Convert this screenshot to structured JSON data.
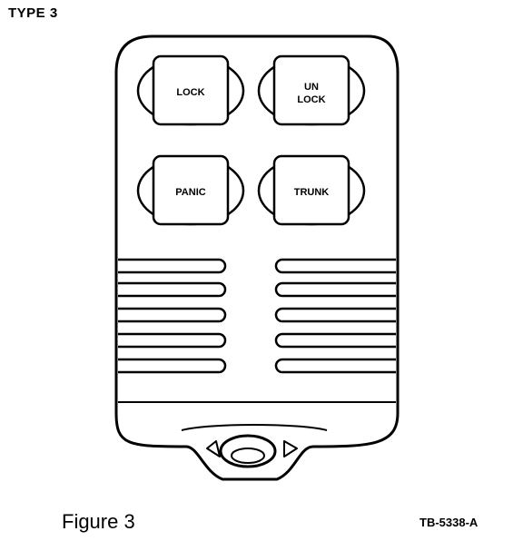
{
  "header": {
    "type_label": "TYPE 3"
  },
  "remote": {
    "buttons": {
      "lock": {
        "label": "LOCK"
      },
      "unlock": {
        "label_line1": "UN",
        "label_line2": "LOCK"
      },
      "panic": {
        "label": "PANIC"
      },
      "trunk": {
        "label": "TRUNK"
      }
    }
  },
  "footer": {
    "caption": "Figure 3",
    "reference": "TB-5338-A"
  }
}
